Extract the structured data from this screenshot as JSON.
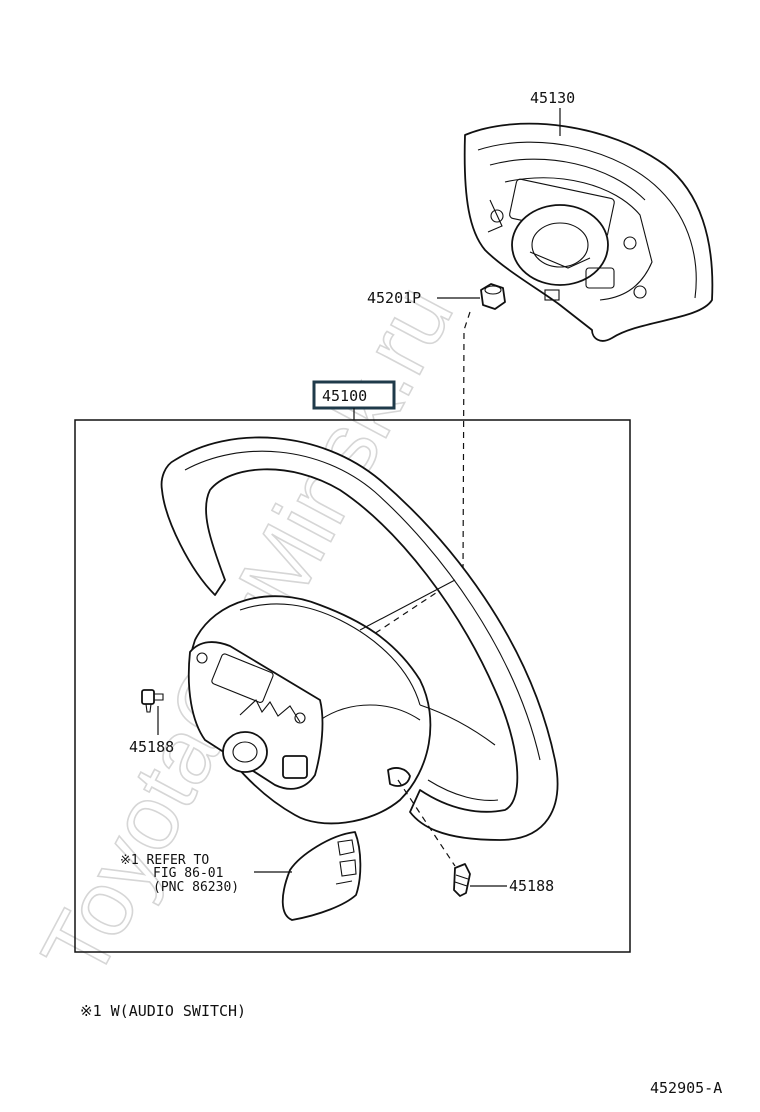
{
  "watermark": "ToyotaCarMinsk.ru",
  "diagram_id": "452905-A",
  "footnote": "※1 W(AUDIO SWITCH)",
  "parts": {
    "pad": "45130",
    "nut": "45201P",
    "wheel": "45100",
    "screw_left": "45188",
    "screw_right": "45188"
  },
  "note": {
    "line1": "※1 REFER TO",
    "line2": "FIG 86-01",
    "line3": "(PNC 86230)"
  },
  "colors": {
    "line": "#111111",
    "watermark": "#d6d6d6",
    "highlight_box": "#1f3a4a"
  }
}
